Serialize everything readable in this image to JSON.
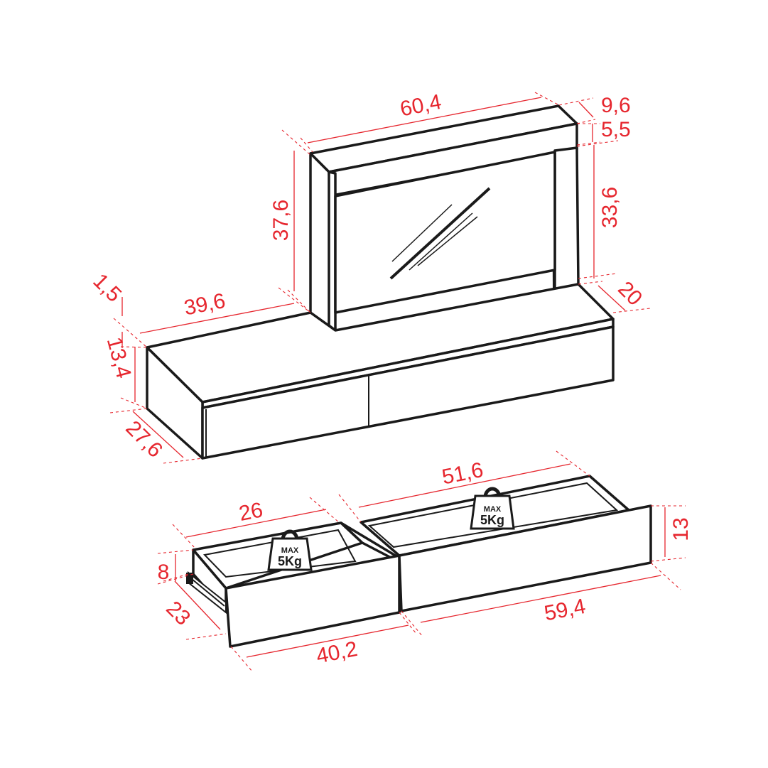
{
  "colors": {
    "dimension": "#e6262e",
    "outline": "#1a1a1a",
    "background": "#ffffff"
  },
  "dimensions": {
    "mirror_width": "60,4",
    "mirror_top_depth": "9,6",
    "mirror_top_height": "5,5",
    "mirror_inner_height": "33,6",
    "mirror_height": "37,6",
    "mirror_side_depth": "20",
    "top_thickness": "1,5",
    "top_offset": "39,6",
    "cabinet_height": "13,4",
    "cabinet_depth": "27,6",
    "small_drawer_inner_width": "26",
    "small_drawer_height": "8",
    "small_drawer_depth": "23",
    "small_drawer_front_width": "40,2",
    "large_drawer_inner_width": "51,6",
    "large_drawer_height": "13",
    "large_drawer_front_width": "59,4"
  },
  "weights": [
    {
      "max_label": "MAX",
      "load_label": "5Kg"
    },
    {
      "max_label": "MAX",
      "load_label": "5Kg"
    }
  ],
  "icons": [
    "weight-icon",
    "drawer-slide-icon"
  ]
}
